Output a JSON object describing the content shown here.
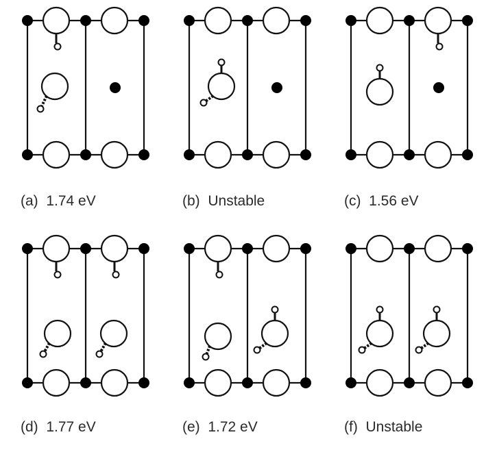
{
  "panels": [
    {
      "id": "a",
      "label": "(a)",
      "value": "1.74 eV"
    },
    {
      "id": "b",
      "label": "(b)",
      "value": "Unstable"
    },
    {
      "id": "c",
      "label": "(c)",
      "value": "1.56 eV"
    },
    {
      "id": "d",
      "label": "(d)",
      "value": "1.77 eV"
    },
    {
      "id": "e",
      "label": "(e)",
      "value": "1.72 eV"
    },
    {
      "id": "f",
      "label": "(f)",
      "value": "Unstable"
    }
  ],
  "colors": {
    "line": "#111111",
    "atom_fill": "#ffffff",
    "filled_atom": "#000000"
  }
}
